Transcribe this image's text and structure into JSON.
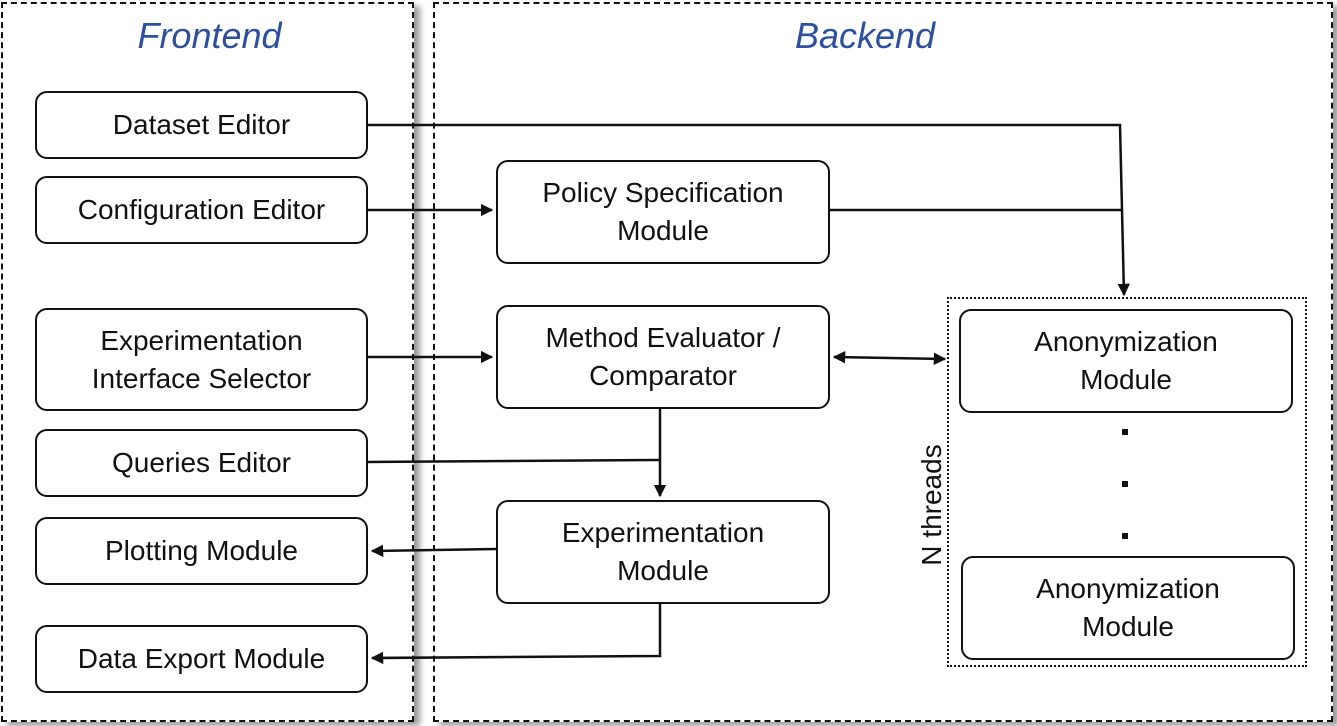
{
  "frontend": {
    "title": "Frontend",
    "modules": {
      "dataset_editor": "Dataset Editor",
      "configuration_editor": "Configuration Editor",
      "experimentation_interface_selector": "Experimentation\nInterface Selector",
      "queries_editor": "Queries Editor",
      "plotting_module": "Plotting Module",
      "data_export_module": "Data Export Module"
    }
  },
  "backend": {
    "title": "Backend",
    "modules": {
      "policy_specification": "Policy Specification\nModule",
      "method_evaluator": "Method Evaluator /\nComparator",
      "experimentation_module": "Experimentation\nModule",
      "anonymization_1": "Anonymization\nModule",
      "anonymization_n": "Anonymization\nModule"
    },
    "threads_label": "N  threads"
  }
}
